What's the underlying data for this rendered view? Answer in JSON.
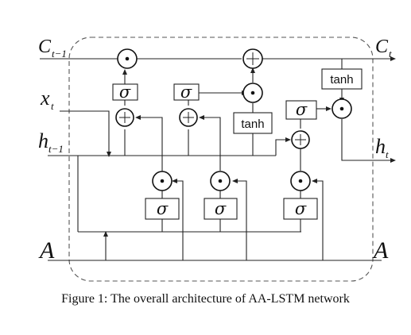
{
  "labels": {
    "c_prev": "C",
    "c_prev_sub": "t−1",
    "c_next": "C",
    "c_next_sub": "t",
    "x_in": "x",
    "x_in_sub": "t",
    "h_prev": "h",
    "h_prev_sub": "t−1",
    "h_out": "h",
    "h_out_sub": "t",
    "a_left": "A",
    "a_right": "A"
  },
  "gates": {
    "sigma": "σ",
    "tanh": "tanh"
  },
  "caption": "Figure 1: The overall architecture of AA-LSTM network"
}
